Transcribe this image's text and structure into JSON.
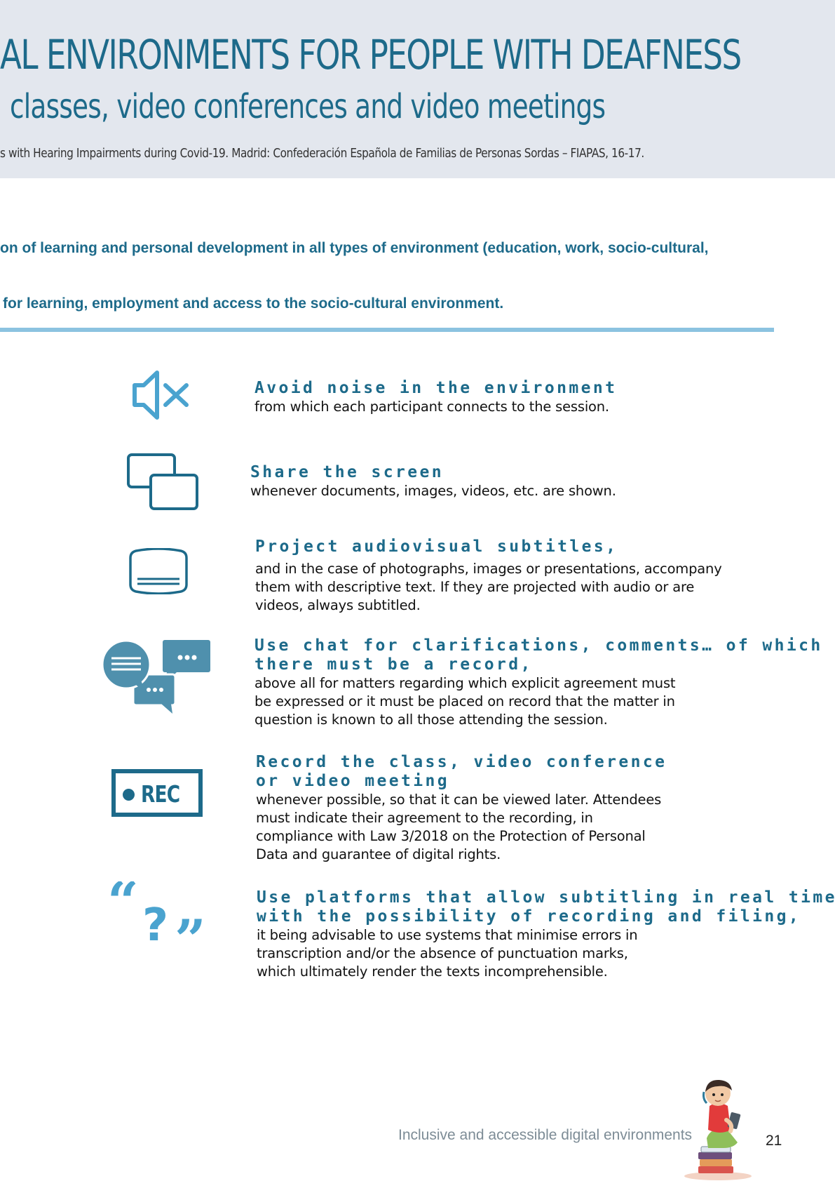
{
  "header": {
    "title": "AL ENVIRONMENTS FOR PEOPLE WITH DEAFNESS",
    "subtitle": "classes, video conferences and video meetings",
    "citation": "s with Hearing Impairments during Covid-19. Madrid: Confederación Española de Familias de Personas Sordas – FIAPAS, 16-17."
  },
  "intro": {
    "line1": "on of learning and personal development in all types of environment (education, work, socio-cultural,",
    "line2": "for learning, employment and access to the socio-cultural environment."
  },
  "colors": {
    "accent": "#1d6a8a",
    "icon_light": "#4aa3cf",
    "header_bg": "#e3e7ee",
    "divider": "#8cc3e0"
  },
  "items": [
    {
      "icon": "mute-speaker-icon",
      "title_lines": [
        "Avoid noise in the environment"
      ],
      "text_lines": [
        "from which each participant connects to the session."
      ]
    },
    {
      "icon": "share-screen-icon",
      "title_lines": [
        "Share the screen"
      ],
      "text_lines": [
        "whenever documents, images, videos, etc. are shown."
      ]
    },
    {
      "icon": "subtitles-icon",
      "title_lines": [
        "Project audiovisual subtitles,"
      ],
      "text_lines": [
        "and in the case of photographs, images or presentations, accompany",
        "them with descriptive text. If they are projected with audio or are",
        "videos, always subtitled."
      ]
    },
    {
      "icon": "chat-bubbles-icon",
      "title_lines": [
        "Use chat for clarifications, comments… of which",
        "there must be a record,"
      ],
      "text_lines": [
        "above all for matters regarding which explicit agreement must",
        "be expressed or it must be placed on record that the matter in",
        "question is known to all those attending the session."
      ]
    },
    {
      "icon": "rec-icon",
      "icon_text": "REC",
      "title_lines": [
        "Record the class, video conference",
        "or video meeting"
      ],
      "text_lines": [
        "whenever possible, so that it can be viewed later. Attendees",
        "must indicate their agreement to the recording, in",
        "compliance with Law 3/2018 on the Protection of Personal",
        "Data and guarantee of digital rights."
      ]
    },
    {
      "icon": "quote-question-icon",
      "title_lines": [
        "Use platforms that allow subtitling in real time,",
        "with the possibility of recording and filing,"
      ],
      "text_lines": [
        "it being advisable to use systems that minimise errors in",
        "transcription and/or the absence of punctuation marks,",
        "which ultimately render the texts incomprehensible."
      ]
    }
  ],
  "footer": {
    "text": "Inclusive and accessible digital environments",
    "page_number": "21",
    "mascot": "child-reading-on-books-illustration"
  }
}
